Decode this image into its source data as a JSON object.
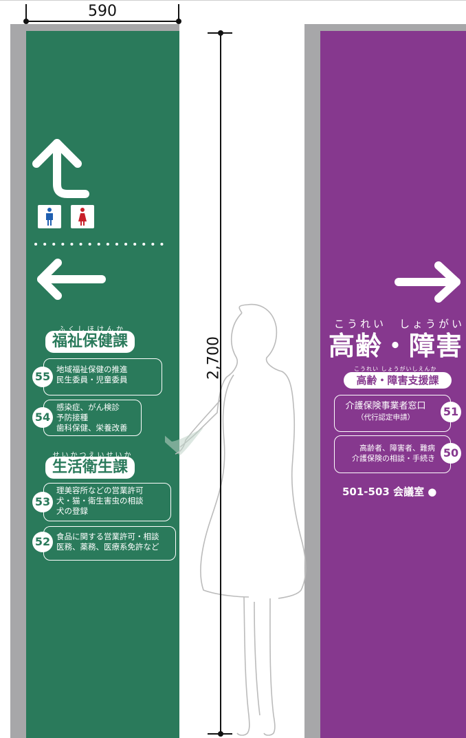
{
  "dimensions": {
    "width_label": "590",
    "height_label": "2,700"
  },
  "colors": {
    "green": "#2a7a5b",
    "purple": "#86388e",
    "gray": "#a7a7a9",
    "male": "#1f5fb0",
    "female": "#c8202a"
  },
  "green_sign": {
    "icons": [
      "arrow-up-turn-icon",
      "male-restroom-icon",
      "female-restroom-icon",
      "arrow-left-icon"
    ],
    "section1": {
      "ruby": "ふくしほけんか",
      "title": "福祉保健課",
      "items": [
        {
          "number": "55",
          "lines": [
            "地域福祉保健の推進",
            "民生委員・児童委員"
          ]
        },
        {
          "number": "54",
          "lines": [
            "感染症、がん検診",
            "予防接種",
            "歯科保健、栄養改善"
          ]
        }
      ]
    },
    "section2": {
      "ruby": "せいかつえいせいか",
      "title": "生活衛生課",
      "items": [
        {
          "number": "53",
          "lines": [
            "理美容所などの営業許可",
            "犬・猫・衛生害虫の相談",
            "犬の登録"
          ]
        },
        {
          "number": "52",
          "lines": [
            "食品に関する営業許可・相談",
            "医務、薬務、医療系免許など"
          ]
        }
      ]
    }
  },
  "purple_sign": {
    "icons": [
      "arrow-right-icon"
    ],
    "main_ruby": "こうれい　しょうがい",
    "main_title": "高齢・障害",
    "sub_ruby": "こうれい しょうがいしえんか",
    "sub_title": "高齢・障害支援課",
    "items": [
      {
        "number": "51",
        "lines": [
          "介護保険事業者窓口",
          "（代行認定申請）"
        ]
      },
      {
        "number": "50",
        "lines": [
          "高齢者、障害者、難病",
          "介護保険の相談・手続き"
        ]
      }
    ],
    "room": "501-503 会議室 ●"
  }
}
